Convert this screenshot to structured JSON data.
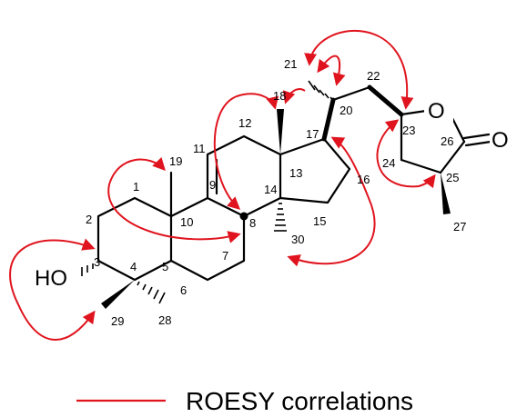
{
  "atoms": {
    "O_ring": "O",
    "O_carbonyl": "O",
    "HO": "HO"
  },
  "numbers": [
    "1",
    "2",
    "3",
    "4",
    "5",
    "6",
    "7",
    "8",
    "9",
    "10",
    "11",
    "12",
    "13",
    "14",
    "15",
    "16",
    "17",
    "18",
    "19",
    "20",
    "21",
    "22",
    "23",
    "24",
    "25",
    "26",
    "27",
    "28",
    "29",
    "30"
  ],
  "legend": {
    "label": "ROESY  correlations",
    "color": "#e0141e"
  }
}
